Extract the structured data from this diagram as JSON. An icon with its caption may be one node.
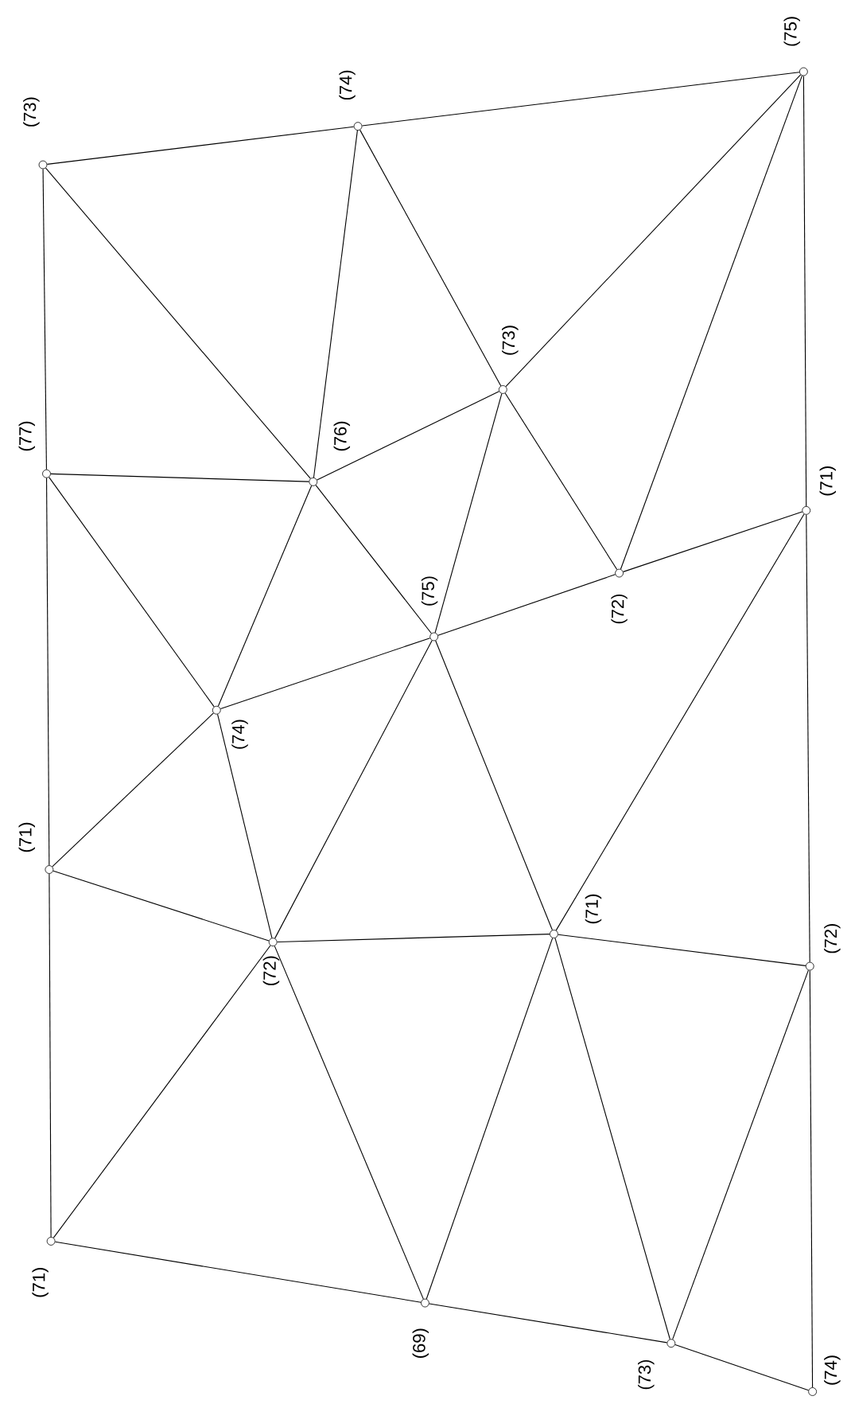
{
  "diagram": {
    "nodes": [
      {
        "text": [
          "(73)"
        ]
      },
      {
        "text": [
          "(74)"
        ]
      },
      {
        "text": [
          "(75)"
        ]
      },
      {
        "text": [
          "(77)"
        ]
      },
      {
        "text": [
          "(76)"
        ]
      },
      {
        "text": [
          "(73)"
        ]
      },
      {
        "text": [
          "(74)"
        ]
      },
      {
        "text": [
          "(75)"
        ]
      },
      {
        "text": [
          "(72)"
        ]
      },
      {
        "text": [
          "(71)"
        ]
      },
      {
        "text": [
          "(71)"
        ]
      },
      {
        "text": [
          "(72)"
        ]
      },
      {
        "text": [
          "(71)"
        ]
      },
      {
        "text": [
          "(72)"
        ]
      },
      {
        "text": [
          "(71)"
        ]
      },
      {
        "text": [
          "(69)"
        ]
      },
      {
        "text": [
          "(73)"
        ]
      },
      {
        "text": [
          "(74)"
        ]
      }
    ],
    "edges": [
      {
        "from": 0,
        "to": 1,
        "arrow": "none"
      },
      {
        "from": 1,
        "to": 2,
        "arrow": "none"
      },
      {
        "from": 0,
        "to": 3,
        "arrow": "none"
      },
      {
        "from": 0,
        "to": 4,
        "arrow": "none"
      },
      {
        "from": 1,
        "to": 4,
        "arrow": "none"
      },
      {
        "from": 1,
        "to": 5,
        "arrow": "none"
      },
      {
        "from": 2,
        "to": 5,
        "arrow": "none"
      },
      {
        "from": 2,
        "to": 8,
        "arrow": "none"
      },
      {
        "from": 2,
        "to": 9,
        "arrow": "none"
      },
      {
        "from": 3,
        "to": 4,
        "arrow": "none"
      },
      {
        "from": 3,
        "to": 6,
        "arrow": "none"
      },
      {
        "from": 3,
        "to": 10,
        "arrow": "none"
      },
      {
        "from": 4,
        "to": 6,
        "arrow": "none"
      },
      {
        "from": 4,
        "to": 5,
        "arrow": "none"
      },
      {
        "from": 4,
        "to": 7,
        "arrow": "none"
      },
      {
        "from": 5,
        "to": 7,
        "arrow": "none"
      },
      {
        "from": 5,
        "to": 8,
        "arrow": "none"
      },
      {
        "from": 6,
        "to": 7,
        "arrow": "none"
      },
      {
        "from": 6,
        "to": 10,
        "arrow": "none"
      },
      {
        "from": 6,
        "to": 11,
        "arrow": "none"
      },
      {
        "from": 7,
        "to": 8,
        "arrow": "none"
      },
      {
        "from": 8,
        "to": 9,
        "arrow": "none"
      },
      {
        "from": 7,
        "to": 11,
        "arrow": "none"
      },
      {
        "from": 7,
        "to": 12,
        "arrow": "none"
      },
      {
        "from": 9,
        "to": 12,
        "arrow": "none"
      },
      {
        "from": 9,
        "to": 13,
        "arrow": "none"
      },
      {
        "from": 10,
        "to": 11,
        "arrow": "none"
      },
      {
        "from": 10,
        "to": 14,
        "arrow": "none"
      },
      {
        "from": 11,
        "to": 12,
        "arrow": "none"
      },
      {
        "from": 11,
        "to": 14,
        "arrow": "none"
      },
      {
        "from": 11,
        "to": 15,
        "arrow": "none"
      },
      {
        "from": 12,
        "to": 15,
        "arrow": "none"
      },
      {
        "from": 12,
        "to": 16,
        "arrow": "none"
      },
      {
        "from": 12,
        "to": 13,
        "arrow": "none"
      },
      {
        "from": 13,
        "to": 16,
        "arrow": "none"
      },
      {
        "from": 13,
        "to": 17,
        "arrow": "none"
      },
      {
        "from": 14,
        "to": 15,
        "arrow": "none"
      },
      {
        "from": 15,
        "to": 16,
        "arrow": "none"
      },
      {
        "from": 16,
        "to": 17,
        "arrow": "none"
      }
    ]
  }
}
